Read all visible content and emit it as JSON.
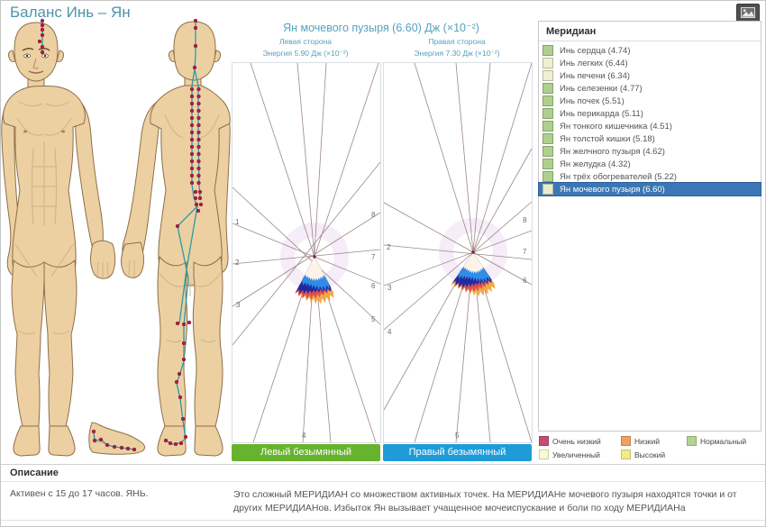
{
  "page": {
    "title": "Баланс Инь – Ян"
  },
  "toolbar": {
    "image_button_icon": "image-icon"
  },
  "charts": {
    "title": "Ян мочевого пузыря (6.60) Дж (×10⁻²)",
    "left": {
      "side": "Левая сторона",
      "energy": "Энергия 5.90 Дж (×10⁻²)",
      "button": "Левый безымянный",
      "button_color": "#67b32e",
      "axis_labels": [
        "1",
        "2",
        "3",
        "4",
        "5",
        "6",
        "7",
        "8"
      ]
    },
    "right": {
      "side": "Правая сторона",
      "energy": "Энергия 7.30 Дж (×10⁻²)",
      "button": "Правый безымянный",
      "button_color": "#1f9cd8",
      "axis_labels": [
        "2",
        "3",
        "4",
        "5",
        "6",
        "7",
        "8"
      ]
    }
  },
  "meridian_panel": {
    "header": "Меридиан",
    "items": [
      {
        "label": "Инь сердца (4.74)",
        "color": "#aed08c"
      },
      {
        "label": "Инь легких (6.44)",
        "color": "#eef0d0"
      },
      {
        "label": "Инь печени (6.34)",
        "color": "#eef0d0"
      },
      {
        "label": "Инь селезенки (4.77)",
        "color": "#aed08c"
      },
      {
        "label": "Инь почек (5.51)",
        "color": "#aed08c"
      },
      {
        "label": "Инь перикарда (5.11)",
        "color": "#aed08c"
      },
      {
        "label": "Ян тонкого кишечника (4.51)",
        "color": "#aed08c"
      },
      {
        "label": "Ян толстой кишки (5.18)",
        "color": "#aed08c"
      },
      {
        "label": "Ян желчного пузыря (4.62)",
        "color": "#aed08c"
      },
      {
        "label": "Ян желудка (4.32)",
        "color": "#aed08c"
      },
      {
        "label": "Ян трёх обогревателей (5.22)",
        "color": "#aed08c"
      },
      {
        "label": "Ян мочевого пузыря (6.60)",
        "color": "#e9eccc",
        "selected": true
      }
    ]
  },
  "legend": {
    "items": [
      {
        "label": "Очень низкий",
        "color": "#c04f72"
      },
      {
        "label": "Низкий",
        "color": "#f0a060"
      },
      {
        "label": "Нормальный",
        "color": "#b4d293"
      },
      {
        "label": "Увеличенный",
        "color": "#fafad2"
      },
      {
        "label": "Высокий",
        "color": "#f1ec89"
      }
    ]
  },
  "description": {
    "header": "Описание",
    "left_text": "Активен с 15 до 17 часов. ЯНЬ.",
    "right_text": "Это сложный МЕРИДИАН со множеством активных точек. На МЕРИДИАНе мочевого пузыря находятся точки и от других МЕРИДИАНов. Избыток Ян вызывает учащенное мочеиспускание и боли по ходу МЕРИДИАНа"
  },
  "chart_data": {
    "type": "radar",
    "title": "Ян мочевого пузыря (6.60) Дж (×10⁻²)",
    "unit": "Дж (×10⁻²)",
    "sides": [
      {
        "name": "Левая сторона",
        "energy": 5.9
      },
      {
        "name": "Правая сторона",
        "energy": 7.3
      }
    ],
    "meridians": [
      {
        "label": "Инь сердца",
        "value": 4.74
      },
      {
        "label": "Инь легких",
        "value": 6.44
      },
      {
        "label": "Инь печени",
        "value": 6.34
      },
      {
        "label": "Инь селезенки",
        "value": 4.77
      },
      {
        "label": "Инь почек",
        "value": 5.51
      },
      {
        "label": "Инь перикарда",
        "value": 5.11
      },
      {
        "label": "Ян тонкого кишечника",
        "value": 4.51
      },
      {
        "label": "Ян толстой кишки",
        "value": 5.18
      },
      {
        "label": "Ян желчного пузыря",
        "value": 4.62
      },
      {
        "label": "Ян желудка",
        "value": 4.32
      },
      {
        "label": "Ян трёх обогревателей",
        "value": 5.22
      },
      {
        "label": "Ян мочевого пузыря",
        "value": 6.6
      }
    ],
    "selected_meridian": "Ян мочевого пузыря",
    "selected_value": 6.6
  }
}
